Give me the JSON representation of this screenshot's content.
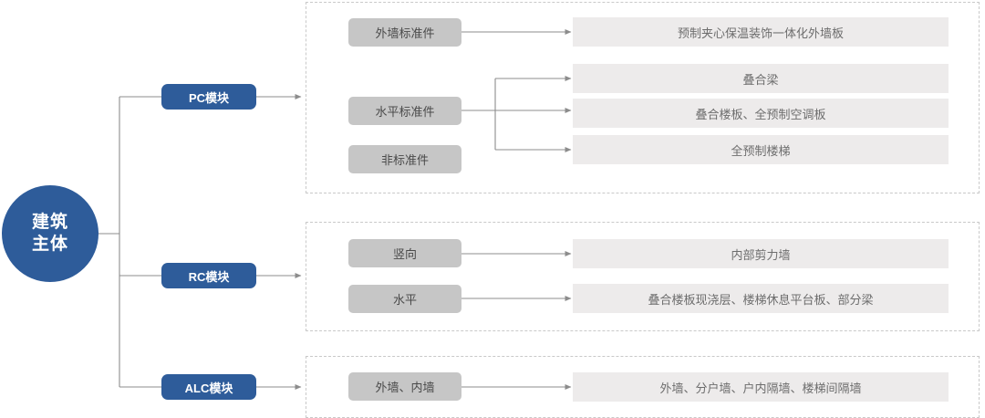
{
  "diagram": {
    "root": {
      "line1": "建筑",
      "line2": "主体",
      "color": "#2E5C9A"
    },
    "colors": {
      "accent_blue": "#2E5C9A",
      "category_gray": "#C6C6C6",
      "detail_gray": "#EDEBEB",
      "connector_gray": "#8c8c8c",
      "dashed_border": "#c9c9c9"
    },
    "modules": [
      {
        "id": "pc",
        "label": "PC模块",
        "categories": [
          {
            "id": "pc-exterior-standard",
            "label": "外墙标准件"
          },
          {
            "id": "pc-horizontal-standard",
            "label": "水平标准件"
          },
          {
            "id": "pc-nonstandard",
            "label": "非标准件"
          }
        ],
        "details": [
          {
            "id": "pc-detail-1",
            "label": "预制夹心保温装饰一体化外墙板"
          },
          {
            "id": "pc-detail-2",
            "label": "叠合梁"
          },
          {
            "id": "pc-detail-3",
            "label": "叠合楼板、全预制空调板"
          },
          {
            "id": "pc-detail-4",
            "label": "全预制楼梯"
          }
        ]
      },
      {
        "id": "rc",
        "label": "RC模块",
        "categories": [
          {
            "id": "rc-vertical",
            "label": "竖向"
          },
          {
            "id": "rc-horizontal",
            "label": "水平"
          }
        ],
        "details": [
          {
            "id": "rc-detail-1",
            "label": "内部剪力墙"
          },
          {
            "id": "rc-detail-2",
            "label": "叠合楼板现浇层、楼梯休息平台板、部分梁"
          }
        ]
      },
      {
        "id": "alc",
        "label": "ALC模块",
        "categories": [
          {
            "id": "alc-walls",
            "label": "外墙、内墙"
          }
        ],
        "details": [
          {
            "id": "alc-detail-1",
            "label": "外墙、分户墙、户内隔墙、楼梯间隔墙"
          }
        ]
      }
    ]
  }
}
